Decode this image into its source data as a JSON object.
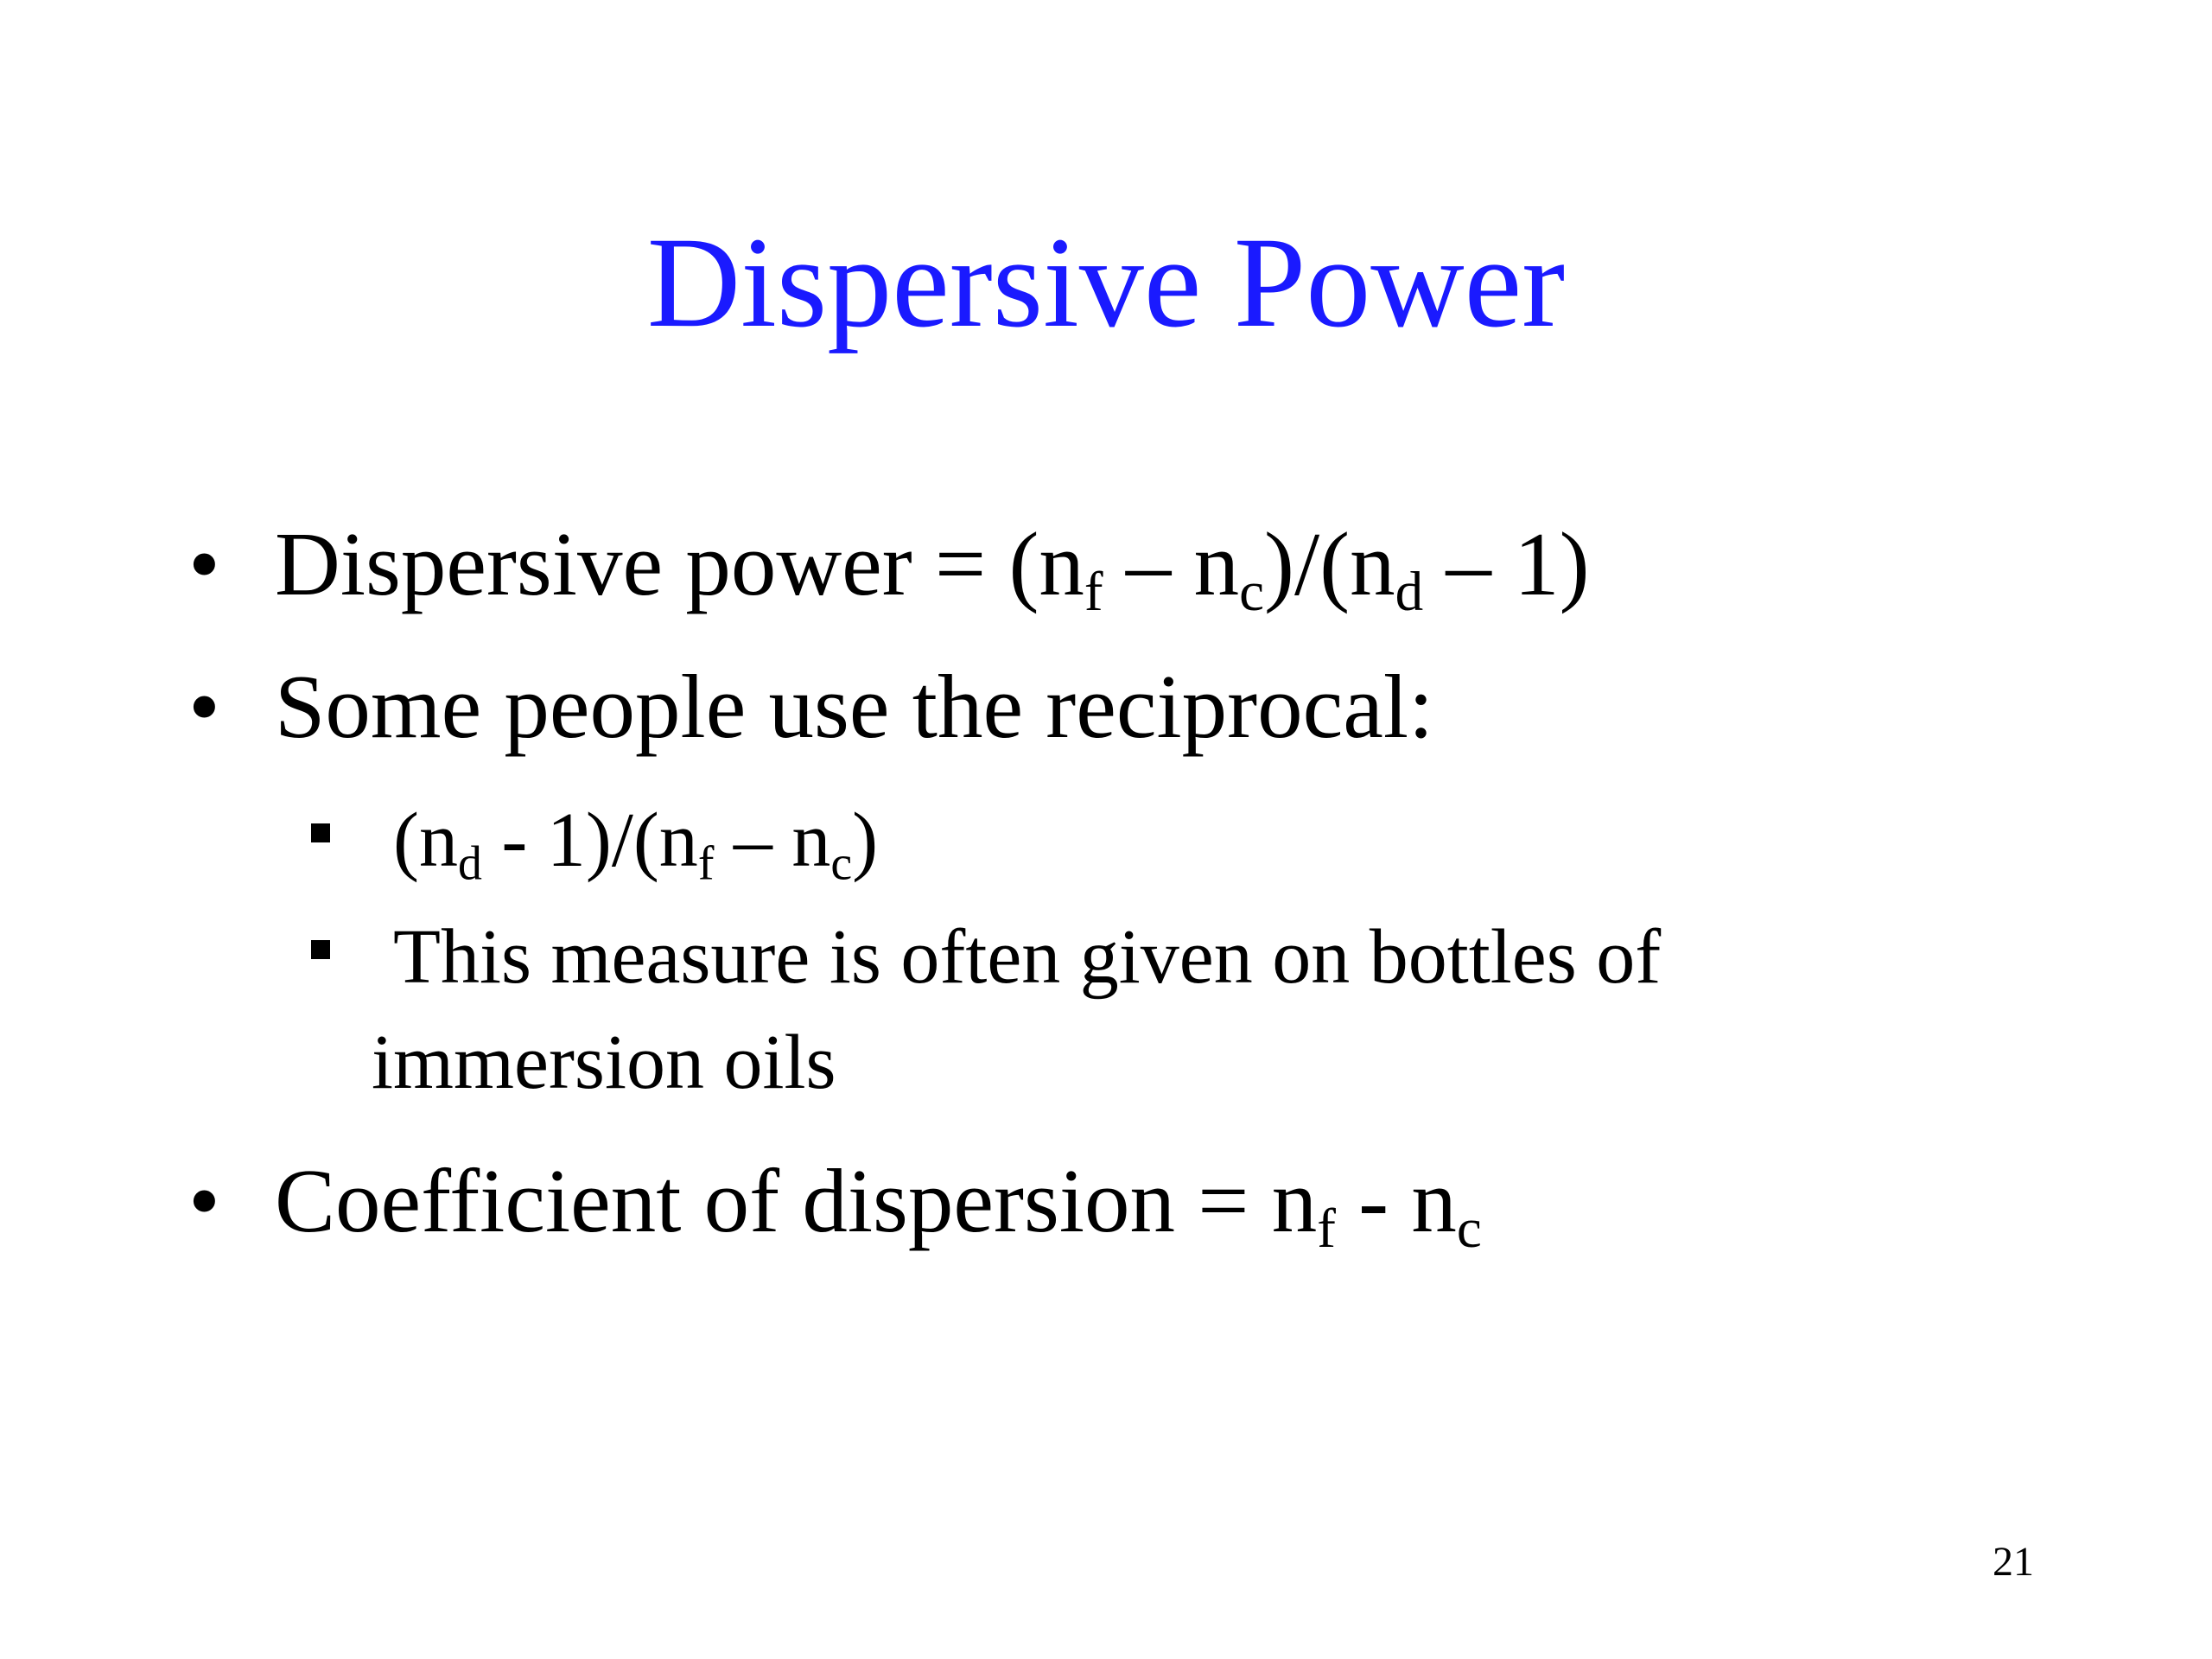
{
  "slide": {
    "title": "Dispersive Power",
    "page_number": "21",
    "bullets": [
      {
        "marker": "•",
        "label": "Dispersive power = ",
        "formula": {
          "open": "(n",
          "sub1": "f",
          "mid1": " – n",
          "sub2": "c",
          "mid2": ")/(n",
          "sub3": "d",
          "close": " – 1)"
        }
      },
      {
        "marker": "•",
        "text": "Some people use the reciprocal:",
        "subbullets": [
          {
            "formula": {
              "open": "(n",
              "sub1": "d",
              "mid1": " - 1)/(n",
              "sub2": "f",
              "mid2": " – n",
              "sub3": "c",
              "close": ")"
            }
          },
          {
            "line1": "This measure is often given on bottles of",
            "line2": "immersion oils"
          }
        ]
      },
      {
        "marker": "•",
        "label": "Coefficient of dispersion = n",
        "sub1": "f",
        "mid1": " - n",
        "sub2": "c"
      }
    ]
  },
  "colors": {
    "title": "#1a1aff",
    "text": "#000000",
    "background": "#ffffff"
  }
}
